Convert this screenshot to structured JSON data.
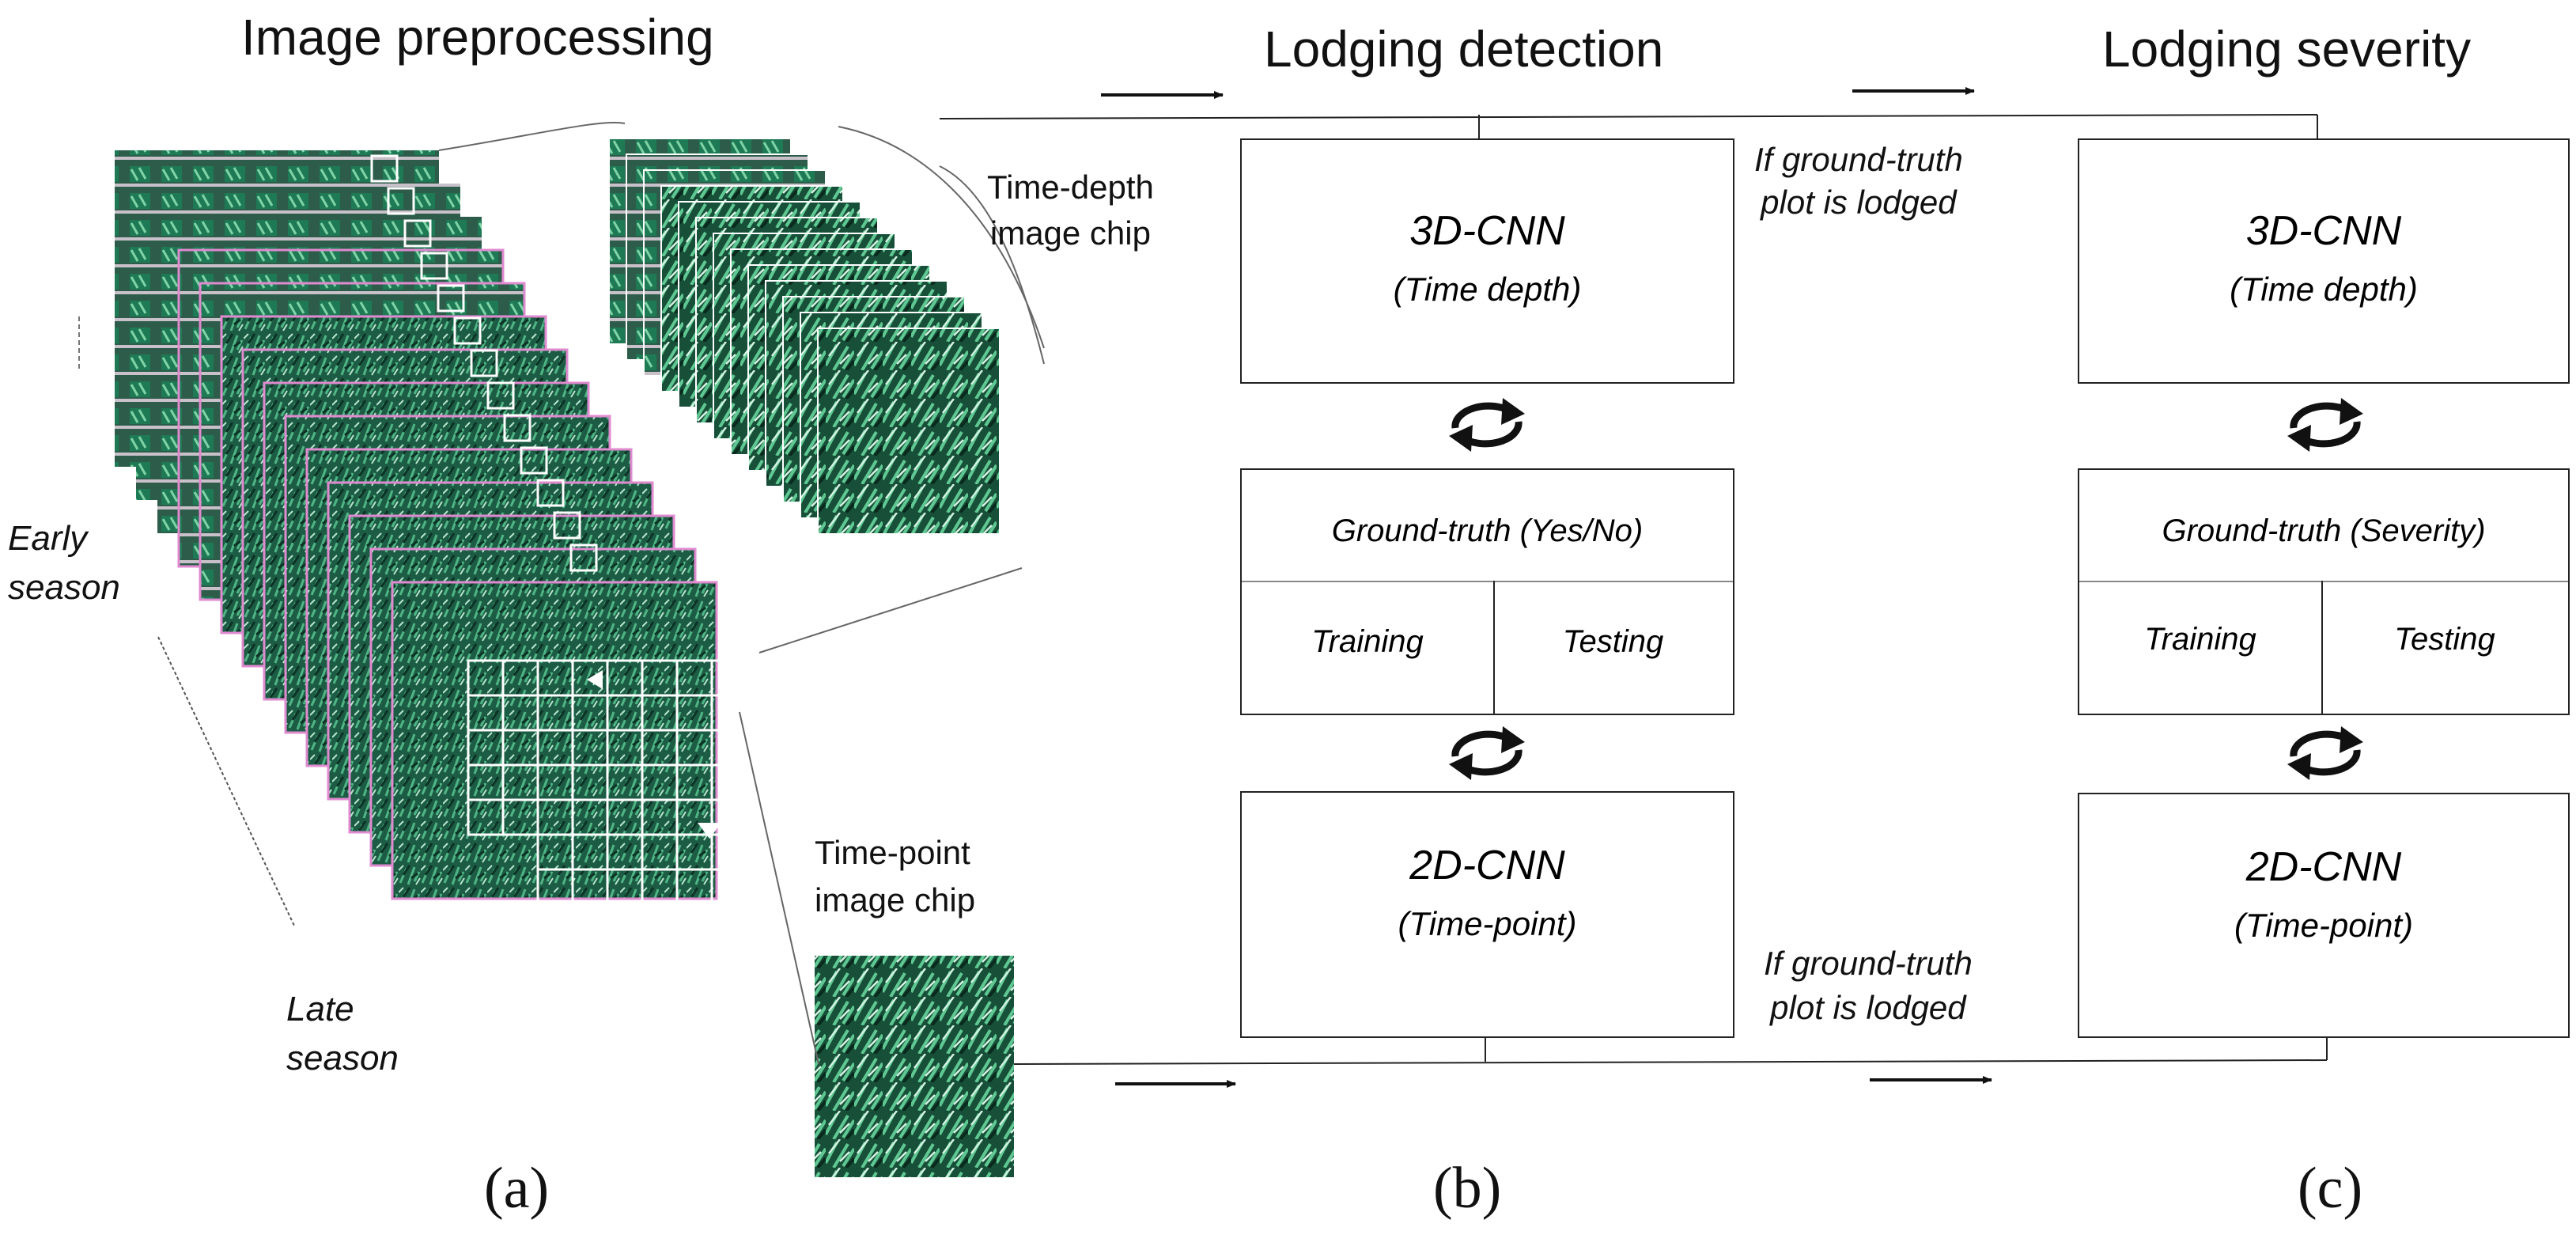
{
  "panels": {
    "a": {
      "title": "Image preprocessing",
      "caption": "(a)",
      "early_label": "Early\nseason",
      "late_label": "Late\nseason",
      "time_depth_label": "Time-depth\nimage chip",
      "time_point_label": "Time-point\nimage chip"
    },
    "b": {
      "title": "Lodging detection",
      "caption": "(b)",
      "cnn3d_name": "3D-CNN",
      "cnn3d_sub": "(Time depth)",
      "ground_truth": "Ground-truth (Yes/No)",
      "training": "Training",
      "testing": "Testing",
      "cnn2d_name": "2D-CNN",
      "cnn2d_sub": "(Time-point)"
    },
    "c": {
      "title": "Lodging severity",
      "caption": "(c)",
      "cnn3d_name": "3D-CNN",
      "cnn3d_sub": "(Time depth)",
      "ground_truth": "Ground-truth (Severity)",
      "training": "Training",
      "testing": "Testing",
      "cnn2d_name": "2D-CNN",
      "cnn2d_sub": "(Time-point)"
    }
  },
  "conditions": {
    "top": "If ground-truth\nplot is lodged",
    "bottom": "If ground-truth\nplot is lodged"
  },
  "colors": {
    "field_green": "#1f6b4e",
    "field_dark": "#0d3a2a",
    "field_light": "#8fd0a8",
    "frame_pink": "#e08ad0",
    "line": "#222222"
  },
  "icons": [
    "cycle-arrows-icon",
    "right-arrow-icon"
  ]
}
